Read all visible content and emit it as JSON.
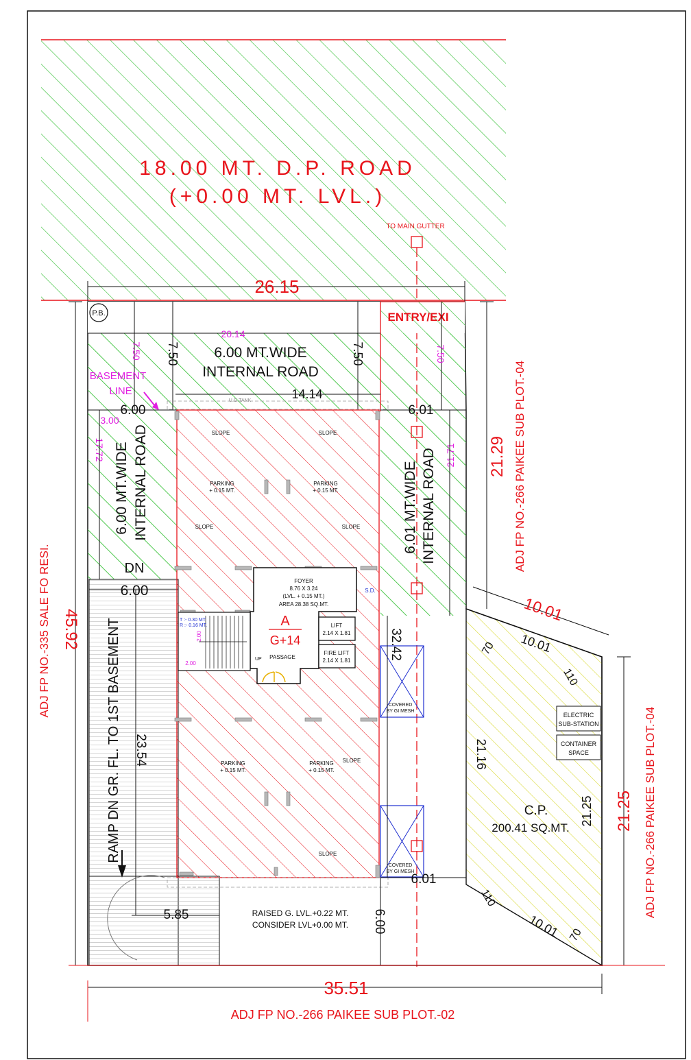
{
  "road": {
    "title": "18.00 MT. D.P. ROAD",
    "level": "(+0.00 MT. LVL.)",
    "gutter": "TO MAIN GUTTER"
  },
  "dimensions": {
    "top_width": "26.15",
    "bottom_width": "35.51",
    "left_depth": "45.92",
    "right_upper": "21.29",
    "right_lower": "21.25",
    "internal_top": "20.14",
    "block_width": "14.14",
    "margin_7_50_a": "7.50",
    "margin_7_50_b": "7.50",
    "margin_7_50_c": "7.50",
    "margin_7_50_d": "7.50",
    "left_road_width": "6.00",
    "left_3_00": "3.00",
    "left_17_72": "17.72",
    "right_road_width": "6.01",
    "right_21_71": "21.71",
    "ramp_width": "6.00",
    "ramp_length": "23.54",
    "ramp_bottom": "5.85",
    "mid_32_42": "32.42",
    "bottom_6_00": "6.00",
    "bottom_6_01": "6.01",
    "cp_top": "10.01",
    "cp_top_inner": "10.01",
    "cp_bottom": "10.01",
    "cp_left": "21.16",
    "cp_right": "21.25",
    "cp_angle_70a": "70",
    "cp_angle_110a": "110",
    "cp_angle_110b": "110",
    "cp_angle_70b": "70",
    "stair_2_00a": "2.00",
    "stair_2_00b": "2.00"
  },
  "labels": {
    "pb": "P.B.",
    "entry": "ENTRY/EXI",
    "top_road_1": "6.00 MT.WIDE",
    "top_road_2": "INTERNAL ROAD",
    "left_road_1": "6.00 MT.WIDE",
    "left_road_2": "INTERNAL ROAD",
    "right_road_1": "6.01 MT.WIDE",
    "right_road_2": "INTERNAL ROAD",
    "basement_1": "BASEMENT",
    "basement_2": "LINE",
    "dn": "DN",
    "ramp": "RAMP DN GR. FL. TO 1ST BASEMENT",
    "ugtank": "U.G.TANK",
    "slope": "SLOPE",
    "parking": "PARKING",
    "parking_lvl": "+ 0.15 MT.",
    "foyer_1": "FOYER",
    "foyer_2": "8.76 X 3.24",
    "foyer_3": "(LVL. + 0.15 MT.)",
    "foyer_4": "AREA 28.38 SQ.MT.",
    "sd": "S.D.",
    "building_a": "A",
    "building_floors": "G+14",
    "lift_1": "LIFT",
    "lift_2": "2.14 X 1.81",
    "firelift_1": "FIRE LIFT",
    "firelift_2": "2.14 X 1.81",
    "passage": "PASSAGE",
    "up": "UP",
    "stair_t": "T :- 0.30 MT.",
    "stair_r": "R :- 0.16 MT.",
    "covered_1": "COVERED",
    "covered_2": "BY GI MESH",
    "electric_1": "ELECTRIC",
    "electric_2": "SUB-STATION",
    "container_1": "CONTAINER",
    "container_2": "SPACE",
    "cp_1": "C.P.",
    "cp_2": "200.41 SQ.MT.",
    "raised_1": "RAISED G. LVL.+0.22 MT.",
    "raised_2": "CONSIDER LVL+0.00 MT."
  },
  "adjacent": {
    "left": "ADJ FP NO.-335 SALE FO RESI.",
    "right_upper": "ADJ FP NO.-266 PAIKEE SUB PLOT.-04",
    "right_lower": "ADJ FP NO.-266 PAIKEE SUB PLOT.-04",
    "bottom": "ADJ FP NO.-266 PAIKEE SUB PLOT.-02"
  },
  "colors": {
    "accent_red": "#e8141b",
    "hatch_green": "#3cc23c",
    "hatch_red": "#e8141b",
    "hatch_yellow": "#e0e040",
    "magenta": "#e020e0",
    "line_black": "#111111",
    "lift_blue": "#2030d0"
  }
}
